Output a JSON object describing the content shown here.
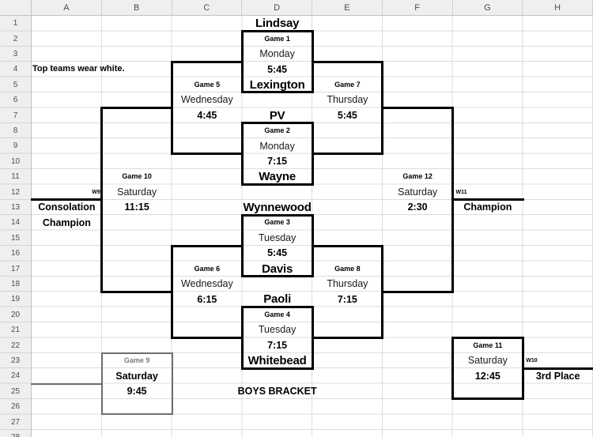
{
  "sheet": {
    "column_headers": [
      "A",
      "B",
      "C",
      "D",
      "E",
      "F",
      "G",
      "H"
    ],
    "row_count": 28,
    "cells": [
      {
        "col": "D",
        "row": 1,
        "text": "Lindsay",
        "style": "team"
      },
      {
        "col": "D",
        "row": 2,
        "text": "Game 1",
        "style": "game"
      },
      {
        "col": "D",
        "row": 3,
        "text": "Monday",
        "style": "day"
      },
      {
        "col": "D",
        "row": 4,
        "text": "5:45",
        "style": "time"
      },
      {
        "col": "A",
        "row": 4,
        "text": "Top teams wear white.",
        "style": "note"
      },
      {
        "col": "C",
        "row": 5,
        "text": "Game 5",
        "style": "game"
      },
      {
        "col": "D",
        "row": 5,
        "text": "Lexington",
        "style": "team"
      },
      {
        "col": "E",
        "row": 5,
        "text": "Game 7",
        "style": "game"
      },
      {
        "col": "C",
        "row": 6,
        "text": "Wednesday",
        "style": "day"
      },
      {
        "col": "E",
        "row": 6,
        "text": "Thursday",
        "style": "day"
      },
      {
        "col": "C",
        "row": 7,
        "text": "4:45",
        "style": "time"
      },
      {
        "col": "D",
        "row": 7,
        "text": "PV",
        "style": "team"
      },
      {
        "col": "E",
        "row": 7,
        "text": "5:45",
        "style": "time"
      },
      {
        "col": "D",
        "row": 8,
        "text": "Game 2",
        "style": "game"
      },
      {
        "col": "D",
        "row": 9,
        "text": "Monday",
        "style": "day"
      },
      {
        "col": "D",
        "row": 10,
        "text": "7:15",
        "style": "time"
      },
      {
        "col": "B",
        "row": 11,
        "text": "Game 10",
        "style": "game"
      },
      {
        "col": "D",
        "row": 11,
        "text": "Wayne",
        "style": "team"
      },
      {
        "col": "F",
        "row": 11,
        "text": "Game 12",
        "style": "game"
      },
      {
        "col": "A",
        "row": 12,
        "text": "W9",
        "style": "tinyR"
      },
      {
        "col": "B",
        "row": 12,
        "text": "Saturday",
        "style": "day"
      },
      {
        "col": "F",
        "row": 12,
        "text": "Saturday",
        "style": "day"
      },
      {
        "col": "G",
        "row": 12,
        "text": "W11",
        "style": "tinyL"
      },
      {
        "col": "A",
        "row": 13,
        "text": "Consolation",
        "style": "label"
      },
      {
        "col": "B",
        "row": 13,
        "text": "11:15",
        "style": "time"
      },
      {
        "col": "D",
        "row": 13,
        "text": "Wynnewood",
        "style": "team"
      },
      {
        "col": "F",
        "row": 13,
        "text": "2:30",
        "style": "time"
      },
      {
        "col": "G",
        "row": 13,
        "text": "Champion",
        "style": "label"
      },
      {
        "col": "A",
        "row": 14,
        "text": "Champion",
        "style": "label"
      },
      {
        "col": "D",
        "row": 14,
        "text": "Game 3",
        "style": "game"
      },
      {
        "col": "D",
        "row": 15,
        "text": "Tuesday",
        "style": "day"
      },
      {
        "col": "D",
        "row": 16,
        "text": "5:45",
        "style": "time"
      },
      {
        "col": "C",
        "row": 17,
        "text": "Game 6",
        "style": "game"
      },
      {
        "col": "D",
        "row": 17,
        "text": "Davis",
        "style": "team"
      },
      {
        "col": "E",
        "row": 17,
        "text": "Game 8",
        "style": "game"
      },
      {
        "col": "C",
        "row": 18,
        "text": "Wednesday",
        "style": "day"
      },
      {
        "col": "E",
        "row": 18,
        "text": "Thursday",
        "style": "day"
      },
      {
        "col": "C",
        "row": 19,
        "text": "6:15",
        "style": "time"
      },
      {
        "col": "D",
        "row": 19,
        "text": "Paoli",
        "style": "team"
      },
      {
        "col": "E",
        "row": 19,
        "text": "7:15",
        "style": "time"
      },
      {
        "col": "D",
        "row": 20,
        "text": "Game 4",
        "style": "game"
      },
      {
        "col": "D",
        "row": 21,
        "text": "Tuesday",
        "style": "day"
      },
      {
        "col": "D",
        "row": 22,
        "text": "7:15",
        "style": "time"
      },
      {
        "col": "G",
        "row": 22,
        "text": "Game 11",
        "style": "game"
      },
      {
        "col": "B",
        "row": 23,
        "text": "Game 9",
        "style": "gamegray"
      },
      {
        "col": "D",
        "row": 23,
        "text": "Whitebead",
        "style": "team"
      },
      {
        "col": "G",
        "row": 23,
        "text": "Saturday",
        "style": "day"
      },
      {
        "col": "H",
        "row": 23,
        "text": "W10",
        "style": "tinyL"
      },
      {
        "col": "B",
        "row": 24,
        "text": "Saturday",
        "style": "time"
      },
      {
        "col": "G",
        "row": 24,
        "text": "12:45",
        "style": "time"
      },
      {
        "col": "H",
        "row": 24,
        "text": "3rd Place",
        "style": "label"
      },
      {
        "col": "B",
        "row": 25,
        "text": "9:45",
        "style": "time"
      },
      {
        "col": "D",
        "row": 25,
        "text": "BOYS BRACKET",
        "style": "label"
      }
    ]
  },
  "colors": {
    "bracket_line": "#000000",
    "secondary_line": "#6e6e6e",
    "grid_line": "#dcdcdc",
    "header_bg": "#efefef",
    "header_text": "#4d4d4d",
    "muted_text": "#7b7b7b"
  }
}
